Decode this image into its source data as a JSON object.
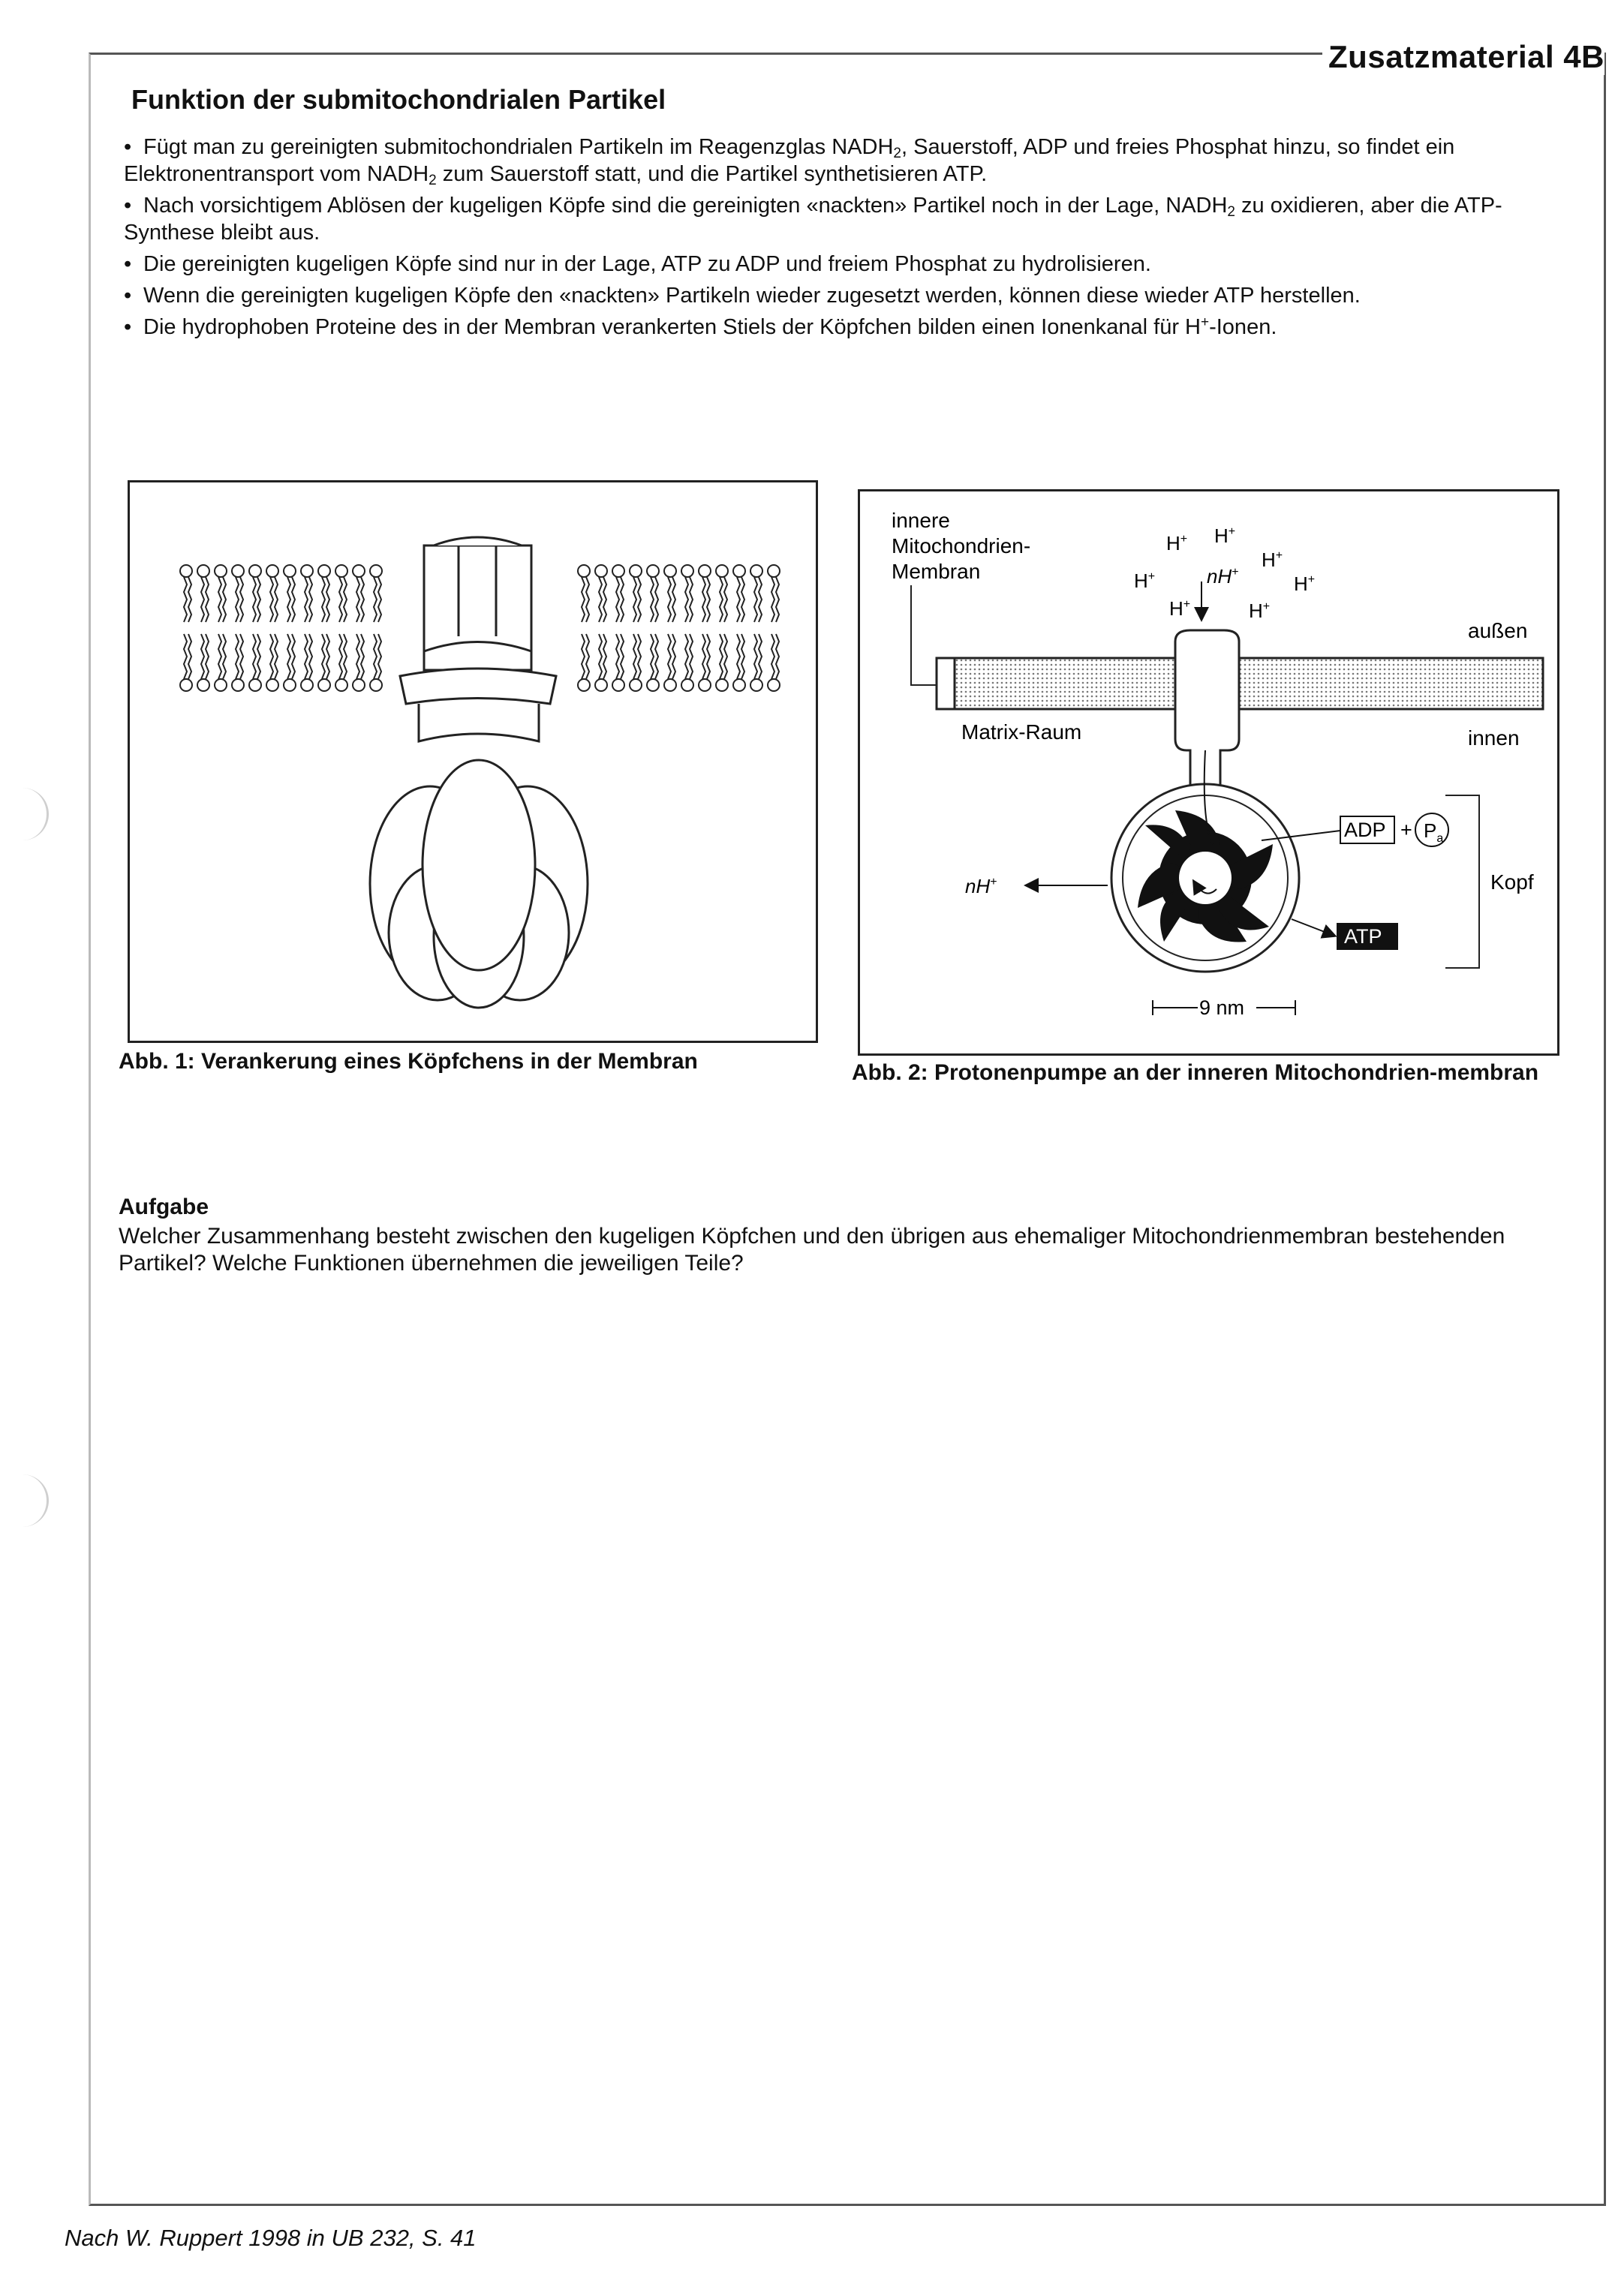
{
  "header": {
    "corner_title": "Zusatzmaterial 4B"
  },
  "heading": "Funktion der submitochondrialen Partikel",
  "bullets": [
    {
      "a": "Fügt man zu gereinigten submitochondrialen Partikeln im Reagenzglas NADH",
      "b": "2",
      "c": ", Sauerstoff, ADP und freies Phosphat hinzu, so findet ein Elektronentransport vom NADH",
      "d": "2",
      "e": " zum Sauerstoff statt, und die Partikel synthetisieren ATP."
    },
    {
      "a": "Nach vorsichtigem Ablösen der kugeligen Köpfe sind die gereinigten «nackten» Partikel noch in der Lage, NADH",
      "b": "2",
      "c": " zu oxidieren, aber die ATP-Synthese bleibt aus."
    },
    {
      "a": "Die gereinigten kugeligen Köpfe sind nur in der Lage, ATP zu ADP und freiem Phosphat zu hydrolisieren."
    },
    {
      "a": "Wenn die gereinigten kugeligen Köpfe den «nackten» Partikeln wieder zugesetzt werden, können diese wieder ATP herstellen."
    },
    {
      "a": "Die hydrophoben Proteine des in der Membran verankerten Stiels der Köpfchen bilden einen Ionenkanal für H",
      "b": "+",
      "c": "-Ionen."
    }
  ],
  "figure1": {
    "caption": "Abb. 1: Verankerung eines Köpfchens in der Membran"
  },
  "figure2": {
    "caption": "Abb. 2: Protonenpumpe an der inneren Mitochondrien-membran",
    "label_membrane_1": "innere",
    "label_membrane_2": "Mitochondrien-",
    "label_membrane_3": "Membran",
    "label_outside": "außen",
    "label_inside": "innen",
    "label_matrix": "Matrix-Raum",
    "label_head": "Kopf",
    "label_adp": "ADP",
    "label_plus": "+",
    "label_pa": "P",
    "label_pa_sub": "a",
    "label_atp": "ATP",
    "label_nh_left": "nH",
    "label_nh_top": "nH",
    "label_h": "H",
    "label_plus_sup": "+",
    "label_scale": "9 nm"
  },
  "task": {
    "title": "Aufgabe",
    "text": "Welcher Zusammenhang besteht zwischen den kugeligen Köpfchen und den übrigen aus ehemaliger Mitochondrienmembran bestehenden Partikel? Welche Funktionen übernehmen die jeweiligen Teile?"
  },
  "footer": {
    "source": "Nach W. Ruppert 1998 in UB 232, S. 41"
  }
}
